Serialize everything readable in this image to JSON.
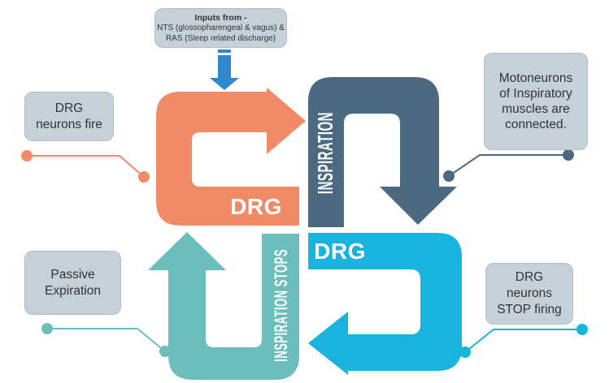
{
  "title": "DRG respiratory cycle diagram",
  "colors": {
    "orange": "#F08A67",
    "slate": "#4B6980",
    "cyan": "#19B4DE",
    "teal": "#6CBEBC",
    "input_arrow_blue": "#2F89CD",
    "callout_bg": "#C6D0D8",
    "callout_border": "#B2BFC7",
    "callout_text": "#333333",
    "arrow_label_text": "#FFFFFF"
  },
  "arrows": {
    "drg_fire": {
      "label": "DRG"
    },
    "inspiration": {
      "label": "INSPIRATION"
    },
    "drg_stop": {
      "label": "DRG"
    },
    "inspiration_stops": {
      "label": "INSPIRATION STOPS"
    }
  },
  "callouts": {
    "inputs": {
      "title": "Inputs from -",
      "lines": [
        "NTS (glossopharengeal & vagus) &",
        "RAS (Sleep related discharge)"
      ]
    },
    "top_left": {
      "lines": [
        "DRG",
        "neurons fire"
      ]
    },
    "top_right": {
      "lines": [
        "Motoneurons",
        "of Inspiratory",
        "muscles are",
        "connected."
      ]
    },
    "bottom_left": {
      "lines": [
        "Passive",
        "Expiration"
      ]
    },
    "bottom_right": {
      "lines": [
        "DRG",
        "neurons",
        "STOP firing"
      ]
    }
  }
}
